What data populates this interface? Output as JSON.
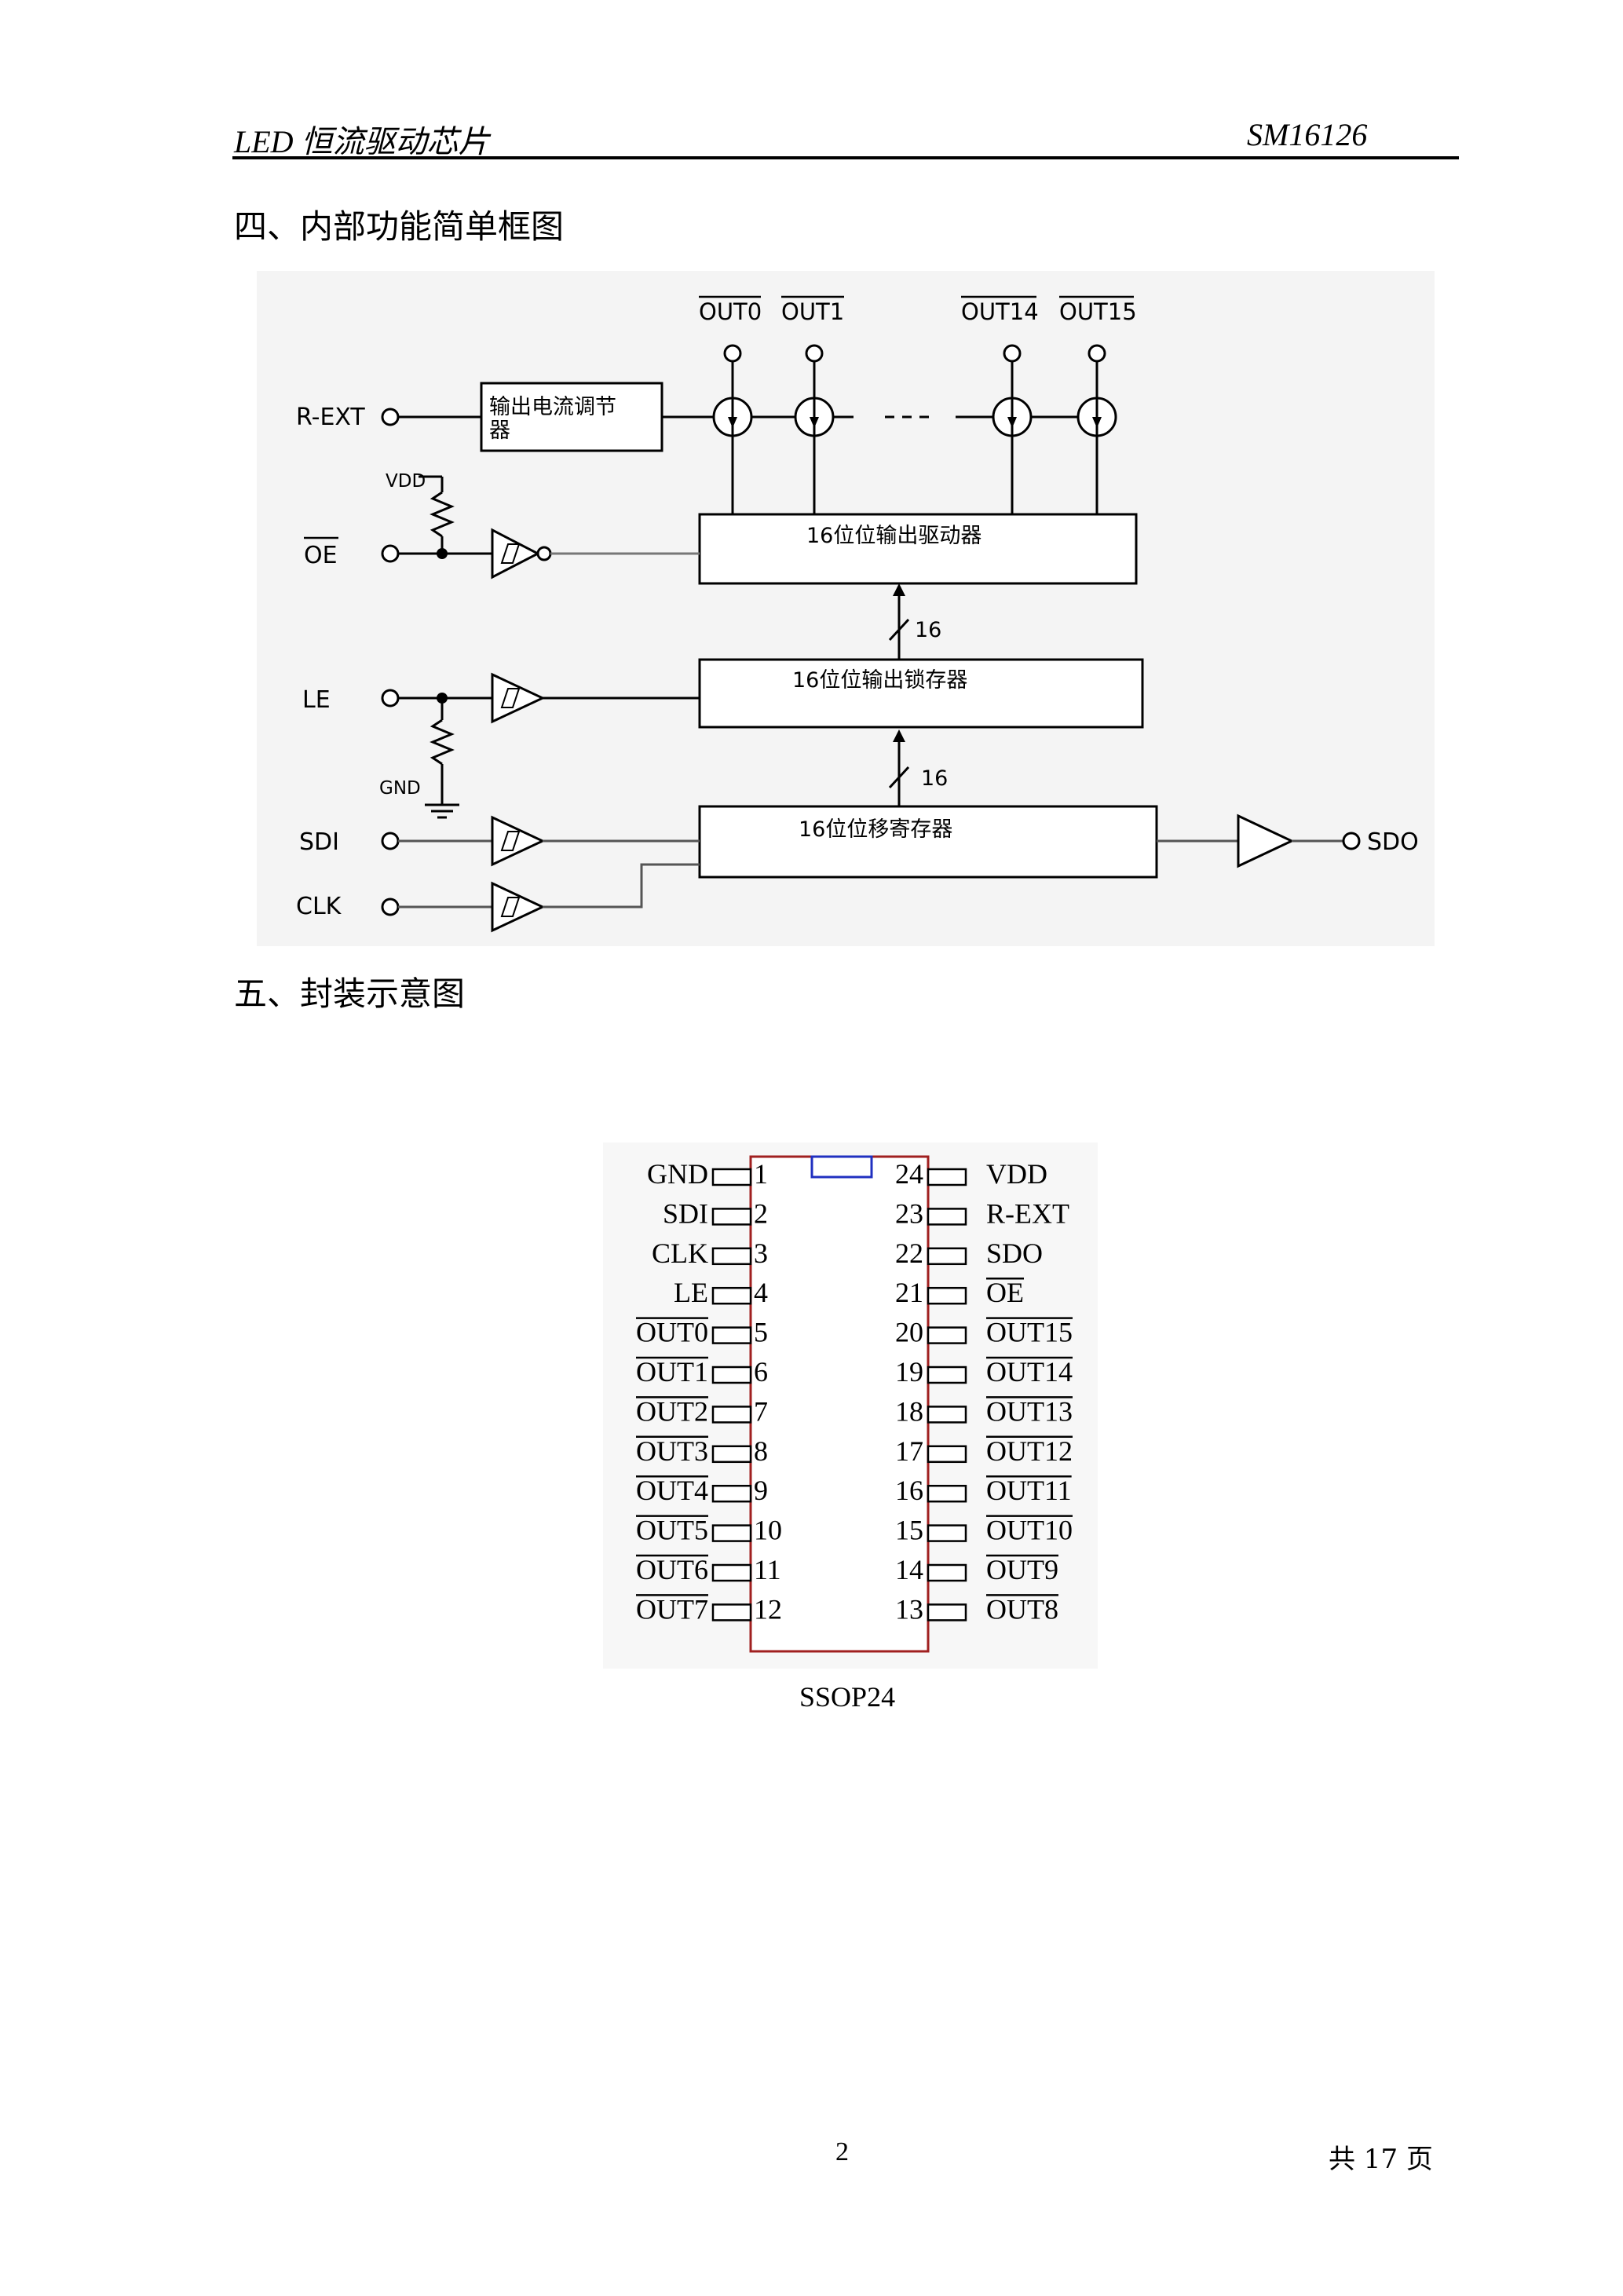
{
  "header": {
    "title": "LED 恒流驱动芯片",
    "part_number": "SM16126"
  },
  "section4": {
    "title": "四、内部功能简单框图",
    "outputs": [
      "OUT0",
      "OUT1",
      "OUT14",
      "OUT15"
    ],
    "pins_left": {
      "rext": "R-EXT",
      "oe": "OE",
      "le": "LE",
      "sdi": "SDI",
      "clk": "CLK"
    },
    "pin_right": "SDO",
    "vdd": "VDD",
    "gnd": "GND",
    "blocks": {
      "current_adjust": [
        "输出电流调节",
        "器"
      ],
      "driver": "16位位输出驱动器",
      "latch": "16位位输出锁存器",
      "shift": "16位位移寄存器"
    },
    "bus_width": "16"
  },
  "section5": {
    "title": "五、封装示意图",
    "left_pins": [
      {
        "num": "1",
        "name": "GND",
        "bar": false
      },
      {
        "num": "2",
        "name": "SDI",
        "bar": false
      },
      {
        "num": "3",
        "name": "CLK",
        "bar": false
      },
      {
        "num": "4",
        "name": "LE",
        "bar": false
      },
      {
        "num": "5",
        "name": "OUT0",
        "bar": true
      },
      {
        "num": "6",
        "name": "OUT1",
        "bar": true
      },
      {
        "num": "7",
        "name": "OUT2",
        "bar": true
      },
      {
        "num": "8",
        "name": "OUT3",
        "bar": true
      },
      {
        "num": "9",
        "name": "OUT4",
        "bar": true
      },
      {
        "num": "10",
        "name": "OUT5",
        "bar": true
      },
      {
        "num": "11",
        "name": "OUT6",
        "bar": true
      },
      {
        "num": "12",
        "name": "OUT7",
        "bar": true
      }
    ],
    "right_pins": [
      {
        "num": "24",
        "name": "VDD",
        "bar": false
      },
      {
        "num": "23",
        "name": "R-EXT",
        "bar": false
      },
      {
        "num": "22",
        "name": "SDO",
        "bar": false
      },
      {
        "num": "21",
        "name": "OE",
        "bar": true
      },
      {
        "num": "20",
        "name": "OUT15",
        "bar": true
      },
      {
        "num": "19",
        "name": "OUT14",
        "bar": true
      },
      {
        "num": "18",
        "name": "OUT13",
        "bar": true
      },
      {
        "num": "17",
        "name": "OUT12",
        "bar": true
      },
      {
        "num": "16",
        "name": "OUT11",
        "bar": true
      },
      {
        "num": "15",
        "name": "OUT10",
        "bar": true
      },
      {
        "num": "14",
        "name": "OUT9",
        "bar": true
      },
      {
        "num": "13",
        "name": "OUT8",
        "bar": true
      }
    ],
    "package": "SSOP24",
    "colors": {
      "body_outline": "#a02020",
      "pin1_mark": "#2030c0"
    }
  },
  "footer": {
    "page": "2",
    "total": "共 17 页"
  }
}
